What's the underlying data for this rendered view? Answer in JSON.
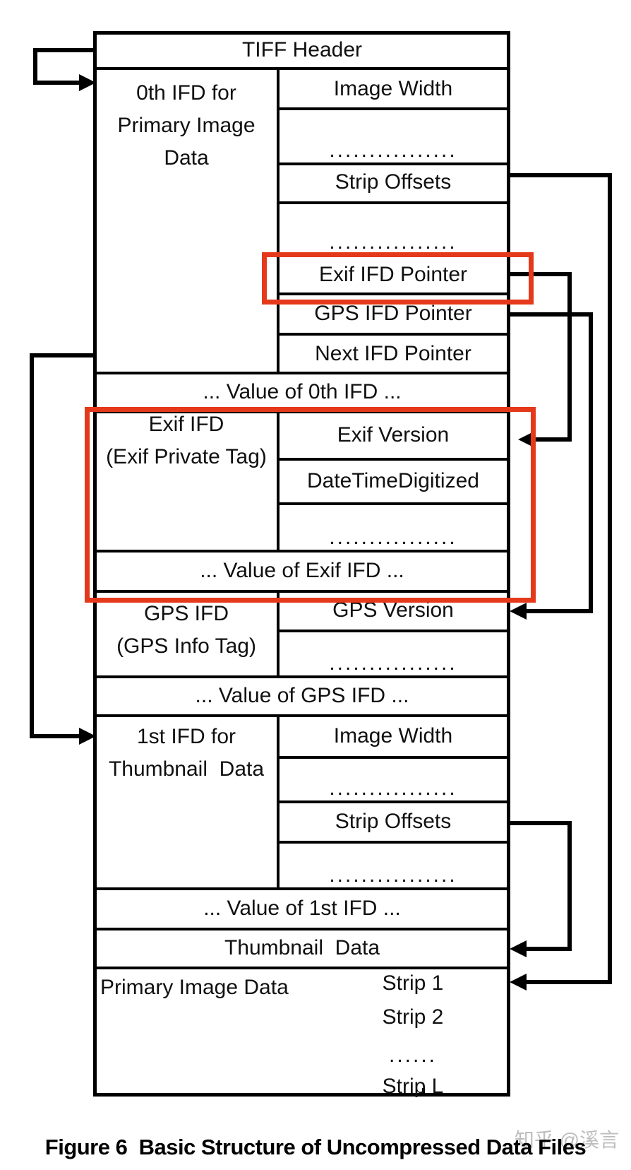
{
  "figure": {
    "caption": "Figure 6  Basic Structure of Uncompressed Data Files",
    "watermark": "知乎 @溪言",
    "colors": {
      "line": "#000000",
      "highlight": "#e5391b",
      "text": "#101010",
      "watermark": "#bdbdbd",
      "background": "#ffffff"
    },
    "tiff_header": "TIFF Header",
    "ifd0": {
      "label_lines": [
        "0th IFD for",
        "Primary Image",
        "Data"
      ],
      "rows": {
        "image_width": "Image Width",
        "dots1": "................",
        "strip_offsets": "Strip Offsets",
        "dots2": "................",
        "exif_ifd_pointer": "Exif IFD Pointer",
        "gps_ifd_pointer": "GPS IFD Pointer",
        "next_ifd_pointer": "Next IFD Pointer"
      }
    },
    "value_0th": "... Value of 0th IFD ...",
    "exif_ifd": {
      "label_lines": [
        "Exif IFD",
        "(Exif Private Tag)"
      ],
      "rows": {
        "exif_version": "Exif Version",
        "datetime_digitized": "DateTimeDigitized",
        "dots": "................"
      }
    },
    "value_exif": "... Value of Exif IFD ...",
    "gps_ifd": {
      "label_lines": [
        "GPS IFD",
        "(GPS Info Tag)"
      ],
      "rows": {
        "gps_version": "GPS Version",
        "dots": "................"
      }
    },
    "value_gps": "... Value of GPS IFD ...",
    "ifd1": {
      "label_lines": [
        "1st IFD for",
        "Thumbnail  Data"
      ],
      "rows": {
        "image_width": "Image Width",
        "dots1": "................",
        "strip_offsets": "Strip Offsets",
        "dots2": "................"
      }
    },
    "value_1st": "... Value of 1st IFD ...",
    "thumbnail_data": "Thumbnail  Data",
    "primary": {
      "label": "Primary Image Data",
      "strips": [
        "Strip 1",
        "Strip 2",
        "......",
        "Strip L"
      ]
    }
  }
}
